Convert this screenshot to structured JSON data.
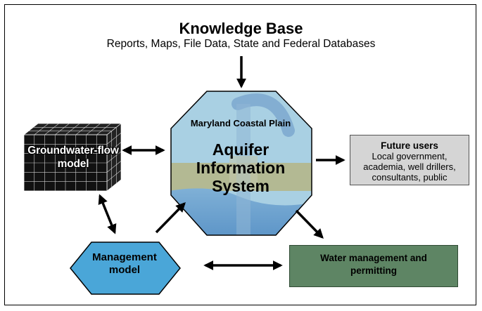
{
  "knowledge_base": {
    "title": "Knowledge Base",
    "subtitle": "Reports, Maps, File Data, State and Federal Databases"
  },
  "aquifer_system": {
    "region": "Maryland Coastal Plain",
    "title": "Aquifer Information System"
  },
  "groundwater_model": {
    "label": "Groundwater-flow model"
  },
  "future_users": {
    "title": "Future users",
    "body": "Local government, academia, well drillers, consultants, public"
  },
  "management_model": {
    "label": "Management model"
  },
  "water_management": {
    "label": "Water management and permitting"
  },
  "colors": {
    "octagon_fill": "#9cc6dc",
    "octagon_band": "#b0b89a",
    "management_fill": "#4aa6d8",
    "water_mgmt_fill": "#5e8564",
    "future_users_fill": "#d5d5d5",
    "arrow": "#000000"
  }
}
